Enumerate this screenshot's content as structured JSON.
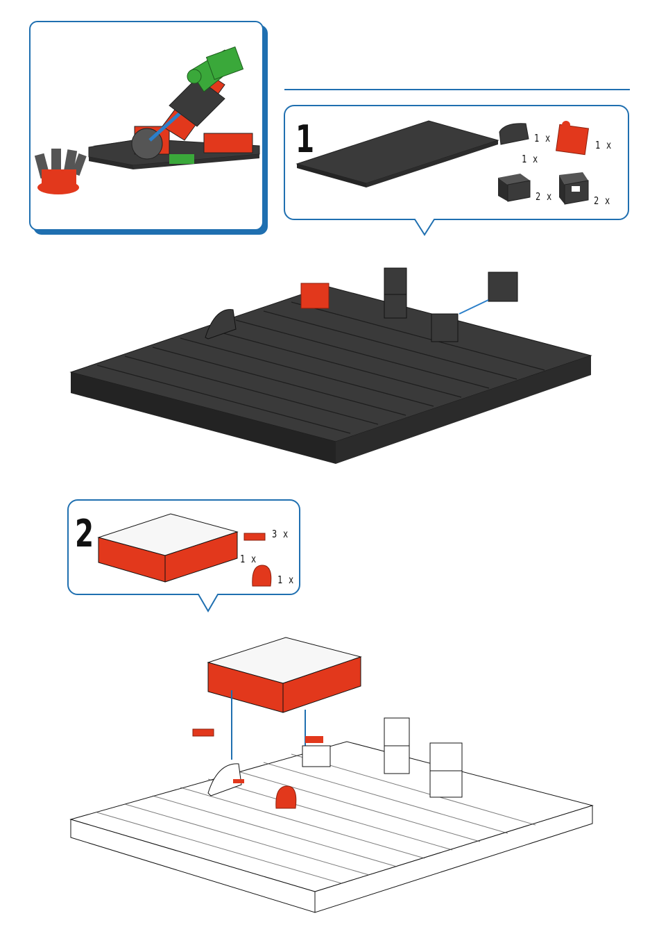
{
  "step1": {
    "number": "1",
    "parts": [
      {
        "icon": "angle-block-icon",
        "qty": "1 x"
      },
      {
        "icon": "red-puzzle-block-icon",
        "qty": "1 x"
      },
      {
        "icon": "baseplate-icon",
        "qty": "1 x"
      },
      {
        "icon": "building-block-15-icon",
        "qty": "2 x"
      },
      {
        "icon": "building-block-30-icon",
        "qty": "2 x"
      }
    ]
  },
  "step2": {
    "number": "2",
    "parts": [
      {
        "icon": "red-connector-icon",
        "qty": "3 x"
      },
      {
        "icon": "controller-box-icon",
        "qty": "1 x"
      },
      {
        "icon": "red-mount-icon",
        "qty": "1 x"
      }
    ]
  },
  "colors": {
    "accent": "#1f6fb0",
    "part_dark": "#3a3a3a",
    "part_red": "#e2381c",
    "part_green": "#3aa83a"
  }
}
